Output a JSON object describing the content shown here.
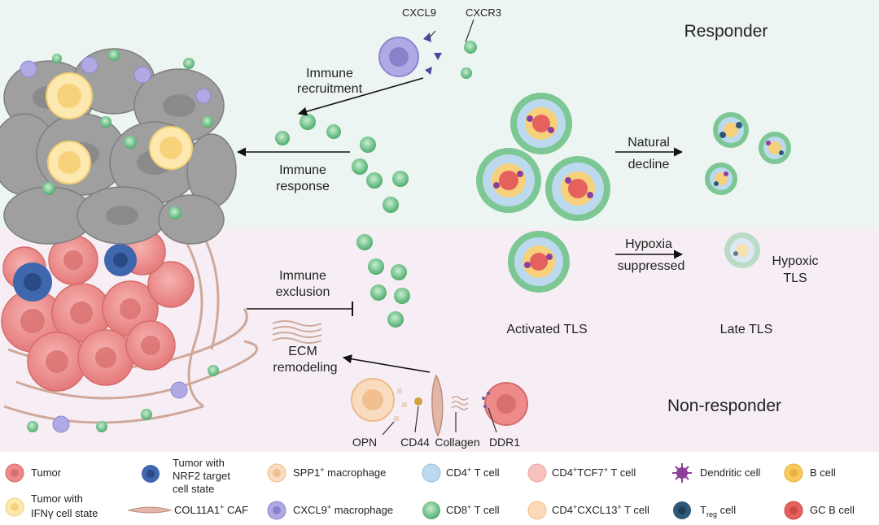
{
  "panels": {
    "responder": "Responder",
    "non_responder": "Non-responder"
  },
  "labels": {
    "cxcl9": "CXCL9",
    "cxcr3": "CXCR3",
    "immune_recruitment_1": "Immune",
    "immune_recruitment_2": "recruitment",
    "immune_response_1": "Immune",
    "immune_response_2": "response",
    "immune_exclusion_1": "Immune",
    "immune_exclusion_2": "exclusion",
    "ecm_1": "ECM",
    "ecm_2": "remodeling",
    "natural_decline_1": "Natural",
    "natural_decline_2": "decline",
    "hypoxia_1": "Hypoxia",
    "hypoxia_2": "suppressed",
    "hypoxic_tls_1": "Hypoxic",
    "hypoxic_tls_2": "TLS",
    "activated_tls": "Activated TLS",
    "late_tls": "Late TLS",
    "opn": "OPN",
    "cd44": "CD44",
    "collagen": "Collagen",
    "ddr1": "DDR1"
  },
  "legend": {
    "tumor": "Tumor",
    "tumor_ifng_1": "Tumor with",
    "tumor_ifng_2": "IFNγ cell state",
    "tumor_nrf2_1": "Tumor with",
    "tumor_nrf2_2": "NRF2 target",
    "tumor_nrf2_3": "cell state",
    "caf": "COL11A1",
    "caf_sup": "+",
    "caf_suffix": " CAF",
    "spp1": "SPP1",
    "spp1_sup": "+",
    "spp1_suffix": " macrophage",
    "cxcl9": "CXCL9",
    "cxcl9_sup": "+",
    "cxcl9_suffix": " macrophage",
    "cd4": "CD4",
    "cd4_sup": "+",
    "cd4_suffix": " T cell",
    "cd8": "CD8",
    "cd8_sup": "+",
    "cd8_suffix": " T cell",
    "cd4tcf7_a": "CD4",
    "cd4tcf7_sup1": "+",
    "cd4tcf7_b": "TCF7",
    "cd4tcf7_sup2": "+",
    "cd4tcf7_suffix": " T cell",
    "cd4cxcl13_a": "CD4",
    "cd4cxcl13_sup1": "+",
    "cd4cxcl13_b": "CXCL13",
    "cd4cxcl13_sup2": "+",
    "cd4cxcl13_suffix": " T cell",
    "dendritic": "Dendritic cell",
    "treg_t": "T",
    "treg_sub": "reg",
    "treg_suffix": " cell",
    "bcell": "B cell",
    "gcb": "GC B cell"
  },
  "colors": {
    "responder_bg": "#ecf5f1",
    "nonresponder_bg": "#f6eef4",
    "tumor": "#ef8a8a",
    "cd8": "#7cc793",
    "cd4": "#bcd9ee",
    "bcell": "#f7c95e",
    "gcb": "#e4615e",
    "nrf2": "#3f67ad",
    "cxcl9_mac": "#a7a0dd",
    "spp1_mac": "#f6c79c",
    "dendritic": "#8e3f9b",
    "treg": "#2e5877"
  }
}
